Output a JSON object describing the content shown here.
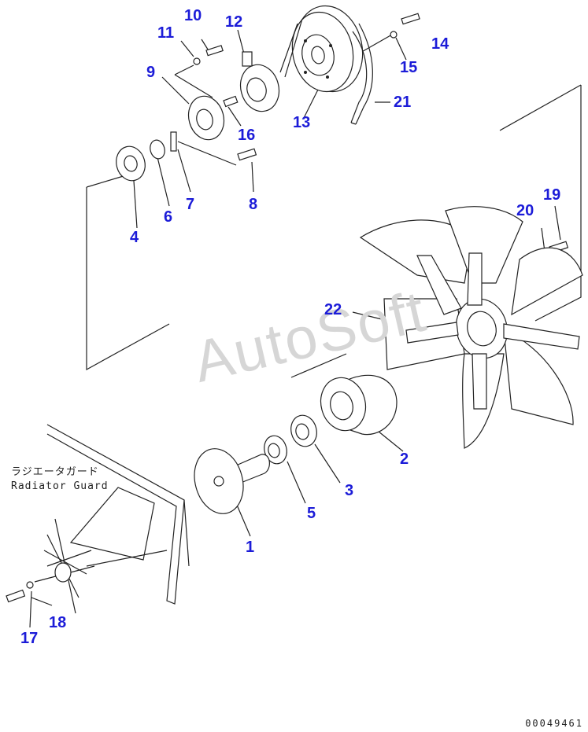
{
  "callouts": [
    {
      "id": "1",
      "label": "1"
    },
    {
      "id": "2",
      "label": "2"
    },
    {
      "id": "3",
      "label": "3"
    },
    {
      "id": "4",
      "label": "4"
    },
    {
      "id": "5",
      "label": "5"
    },
    {
      "id": "6",
      "label": "6"
    },
    {
      "id": "7",
      "label": "7"
    },
    {
      "id": "8",
      "label": "8"
    },
    {
      "id": "9",
      "label": "9"
    },
    {
      "id": "10",
      "label": "10"
    },
    {
      "id": "11",
      "label": "11"
    },
    {
      "id": "12",
      "label": "12"
    },
    {
      "id": "13",
      "label": "13"
    },
    {
      "id": "14",
      "label": "14"
    },
    {
      "id": "15",
      "label": "15"
    },
    {
      "id": "16",
      "label": "16"
    },
    {
      "id": "17",
      "label": "17"
    },
    {
      "id": "18",
      "label": "18"
    },
    {
      "id": "19",
      "label": "19"
    },
    {
      "id": "20",
      "label": "20"
    },
    {
      "id": "21",
      "label": "21"
    },
    {
      "id": "22",
      "label": "22"
    }
  ],
  "note": {
    "japanese": "ラジエータガード",
    "english": "Radiator Guard"
  },
  "watermark": "AutoSoft",
  "drawing_code": "00049461",
  "colors": {
    "callout": "#1c1cd8",
    "line": "#222222",
    "watermark": "#d6d6d6"
  }
}
